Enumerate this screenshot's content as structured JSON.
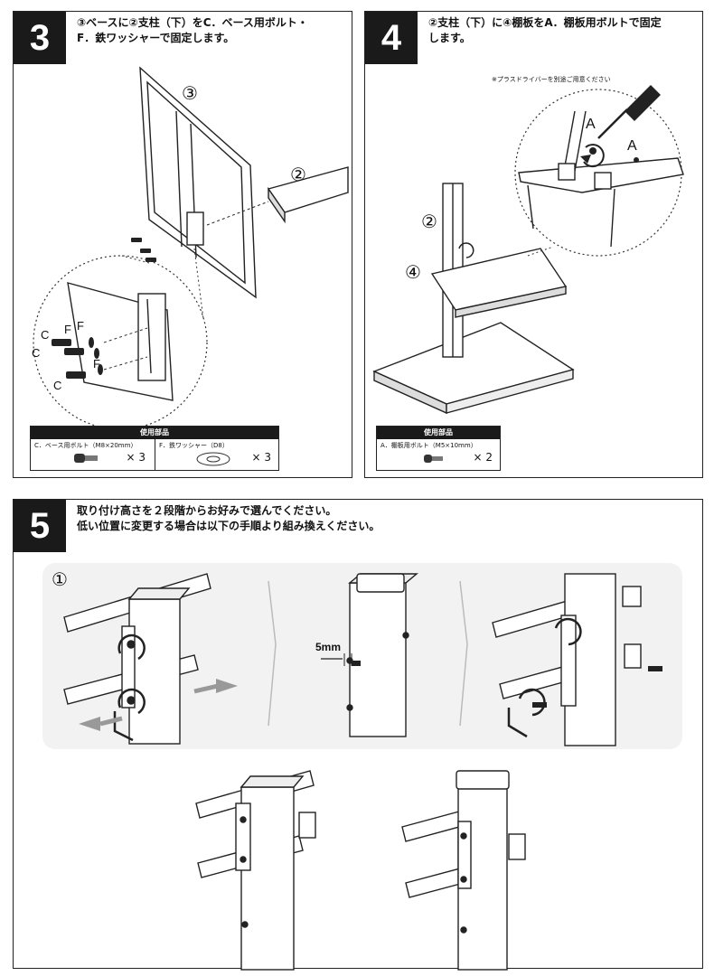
{
  "step3": {
    "number": "3",
    "text": "③ベースに②支柱（下）をC．ベース用ボルト・\nF．鉄ワッシャーで固定します。",
    "label_3": "③",
    "label_2": "②",
    "labels_c": [
      "C",
      "C",
      "C"
    ],
    "labels_f": [
      "F",
      "F",
      "F"
    ],
    "parts_title": "使用部品",
    "parts": [
      {
        "name": "C．ベース用ボルト（M8×20mm）",
        "qty": "× 3"
      },
      {
        "name": "F．鉄ワッシャー（D8）",
        "qty": "× 3"
      }
    ]
  },
  "step4": {
    "number": "4",
    "text": "②支柱（下）に④棚板をA．棚板用ボルトで固定\nします。",
    "note": "※プラスドライバーを別途ご用意ください",
    "label_2": "②",
    "label_4": "④",
    "labels_a": [
      "A",
      "A"
    ],
    "parts_title": "使用部品",
    "parts": [
      {
        "name": "A．棚板用ボルト（M5×10mm）",
        "qty": "× 2"
      }
    ]
  },
  "step5": {
    "number": "5",
    "text": "取り付け高さを２段階からお好みで選んでください。\n低い位置に変更する場合は以下の手順より組み換えください。",
    "sub_label": "①",
    "dimension": "5mm"
  }
}
